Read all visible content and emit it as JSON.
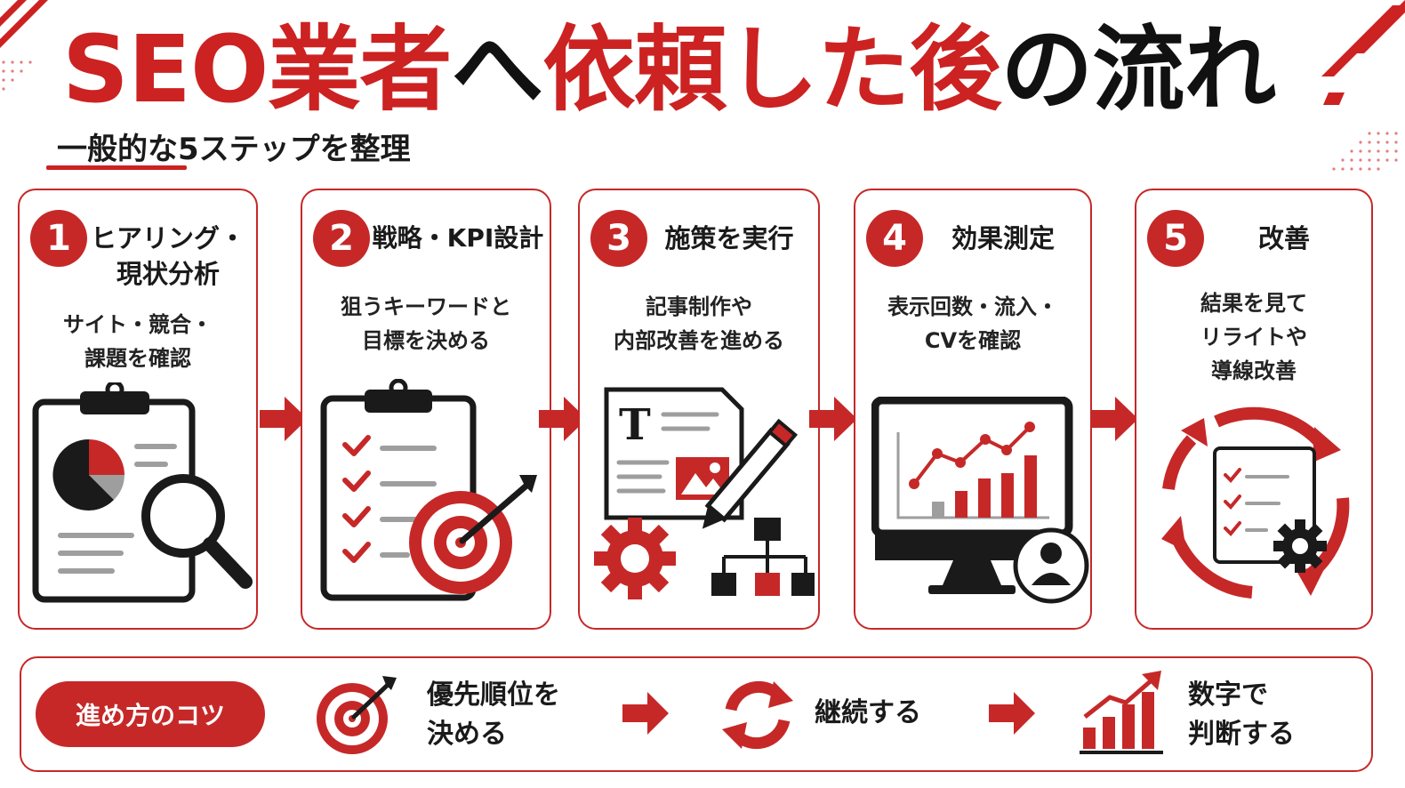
{
  "title": {
    "part1": "SEO業者",
    "part2": "へ",
    "part3": "依頼した後",
    "part4": "の流れ"
  },
  "subtitle": "一般的な5ステップを整理",
  "colors": {
    "accent": "#c62828",
    "dark": "#1a1a1a",
    "gray": "#9e9e9e"
  },
  "steps": [
    {
      "number": "1",
      "title_line1": "ヒアリング・",
      "title_line2": "現状分析",
      "desc_line1": "サイト・競合・",
      "desc_line2": "課題を確認",
      "desc_line3": "",
      "icon": "clipboard-chart-magnifier-icon"
    },
    {
      "number": "2",
      "title_line1": "戦略・KPI設計",
      "title_line2": "",
      "desc_line1": "狙うキーワードと",
      "desc_line2": "目標を決める",
      "desc_line3": "",
      "icon": "checklist-target-icon"
    },
    {
      "number": "3",
      "title_line1": "施策を実行",
      "title_line2": "",
      "desc_line1": "記事制作や",
      "desc_line2": "内部改善を進める",
      "desc_line3": "",
      "icon": "document-pencil-gear-icon"
    },
    {
      "number": "4",
      "title_line1": "効果測定",
      "title_line2": "",
      "desc_line1": "表示回数・流入・",
      "desc_line2": "CVを確認",
      "desc_line3": "",
      "icon": "monitor-analytics-icon"
    },
    {
      "number": "5",
      "title_line1": "改善",
      "title_line2": "",
      "desc_line1": "結果を見て",
      "desc_line2": "リライトや",
      "desc_line3": "導線改善",
      "icon": "cycle-checklist-gear-icon"
    }
  ],
  "tips": {
    "badge": "進め方のコツ",
    "items": [
      {
        "line1": "優先順位を",
        "line2": "決める",
        "icon": "target-icon"
      },
      {
        "line1": "継続する",
        "line2": "",
        "icon": "refresh-icon"
      },
      {
        "line1": "数字で",
        "line2": "判断する",
        "icon": "growth-chart-icon"
      }
    ]
  }
}
